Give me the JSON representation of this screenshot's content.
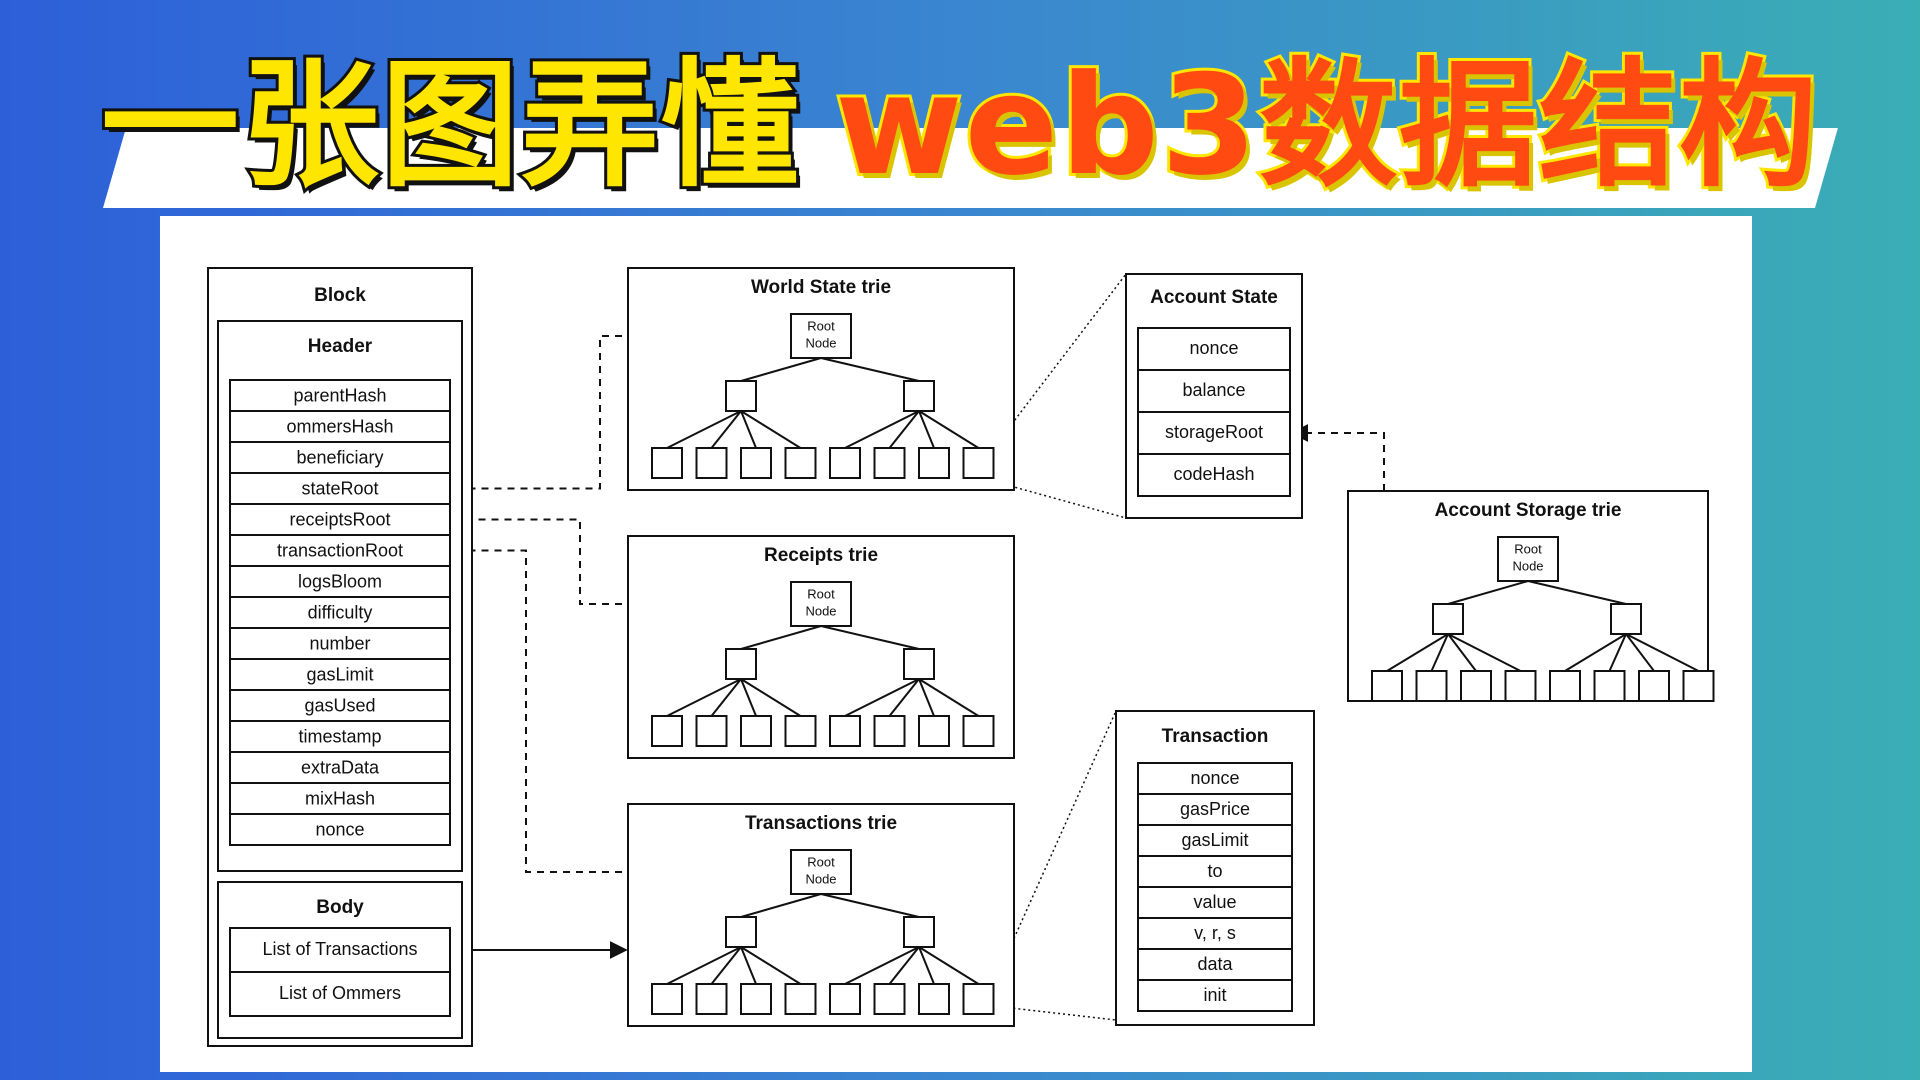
{
  "title": {
    "part1": "一张图弄懂",
    "part2": "web3数据结构"
  },
  "block": {
    "title": "Block",
    "header_title": "Header",
    "header_fields": [
      "parentHash",
      "ommersHash",
      "beneficiary",
      "stateRoot",
      "receiptsRoot",
      "transactionRoot",
      "logsBloom",
      "difficulty",
      "number",
      "gasLimit",
      "gasUsed",
      "timestamp",
      "extraData",
      "mixHash",
      "nonce"
    ],
    "body_title": "Body",
    "body_fields": [
      "List of Transactions",
      "List of Ommers"
    ]
  },
  "tries": {
    "world_state": "World State trie",
    "receipts": "Receipts trie",
    "transactions": "Transactions trie",
    "account_storage": "Account Storage trie",
    "root_node_line1": "Root",
    "root_node_line2": "Node"
  },
  "account_state": {
    "title": "Account State",
    "fields": [
      "nonce",
      "balance",
      "storageRoot",
      "codeHash"
    ]
  },
  "transaction": {
    "title": "Transaction",
    "fields": [
      "nonce",
      "gasPrice",
      "gasLimit",
      "to",
      "value",
      "v, r, s",
      "data",
      "init"
    ]
  },
  "colors": {
    "title_yellow": "#ffe600",
    "title_orange": "#ff4a12",
    "background_start": "#2d5fd9",
    "background_end": "#3aaeb5"
  }
}
